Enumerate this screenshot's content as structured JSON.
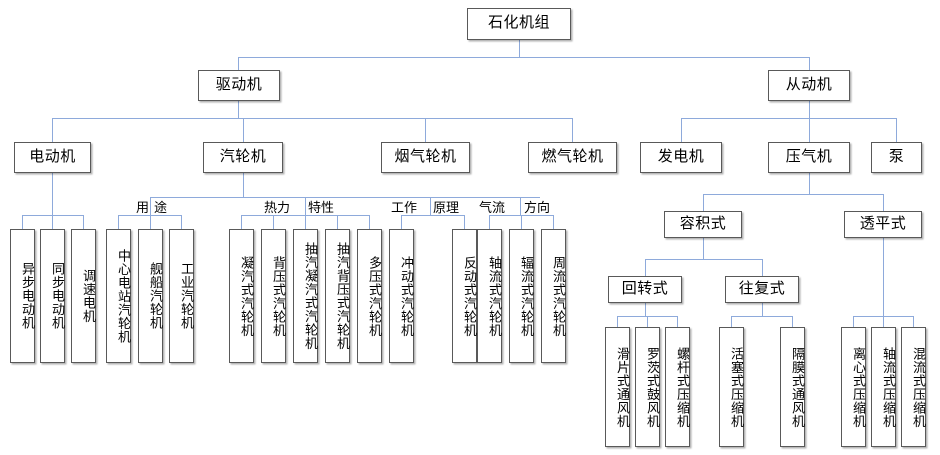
{
  "diagram": {
    "title": "石化机组",
    "type": "organizational-tree",
    "accent_line_color": "#8EAADB",
    "box_border_color": "#595959",
    "background": "#ffffff",
    "root": {
      "label": "石化机组"
    },
    "level2": [
      {
        "label": "驱动机"
      },
      {
        "label": "从动机"
      }
    ],
    "level3_drive": [
      {
        "label": "电动机"
      },
      {
        "label": "汽轮机"
      },
      {
        "label": "烟气轮机"
      },
      {
        "label": "燃气轮机"
      }
    ],
    "level3_driven": [
      {
        "label": "发电机"
      },
      {
        "label": "压气机"
      },
      {
        "label": "泵"
      }
    ],
    "category_labels": [
      {
        "label": "用",
        "pair": "途"
      },
      {
        "label": "热力",
        "pair": "特性"
      },
      {
        "label": "工作",
        "pair": "原理"
      },
      {
        "label": "气流",
        "pair": "方向"
      }
    ],
    "category_full": [
      "用途",
      "热力特性",
      "工作原理",
      "气流方向"
    ],
    "motor_leaves": [
      {
        "label": "异步电动机"
      },
      {
        "label": "同步电动机"
      },
      {
        "label": "调速电机"
      }
    ],
    "steam_use_leaves": [
      {
        "label": "中心电站汽轮机"
      },
      {
        "label": "舰船汽轮机"
      },
      {
        "label": "工业汽轮机"
      }
    ],
    "steam_thermal_leaves": [
      {
        "label": "凝汽式汽轮机"
      },
      {
        "label": "背压式汽轮机"
      },
      {
        "label": "抽汽凝汽式汽轮机"
      },
      {
        "label": "抽汽背压式汽轮机"
      },
      {
        "label": "多压式汽轮机"
      }
    ],
    "steam_principle_leaves": [
      {
        "label": "冲动式汽轮机"
      },
      {
        "label": "反动式汽轮机"
      }
    ],
    "steam_flow_leaves": [
      {
        "label": "轴流式汽轮机"
      },
      {
        "label": "辐流式汽轮机"
      },
      {
        "label": "周流式汽轮机"
      }
    ],
    "compressor_types": [
      {
        "label": "容积式"
      },
      {
        "label": "透平式"
      }
    ],
    "volumetric_types": [
      {
        "label": "回转式"
      },
      {
        "label": "往复式"
      }
    ],
    "rotary_leaves": [
      {
        "label": "滑片式通风机"
      },
      {
        "label": "罗茨式鼓风机"
      },
      {
        "label": "螺杆式压缩机"
      }
    ],
    "reciprocating_leaves": [
      {
        "label": "活塞式压缩机"
      },
      {
        "label": "隔膜式通风机"
      }
    ],
    "turbo_leaves": [
      {
        "label": "离心式压缩机"
      },
      {
        "label": "轴流式压缩机"
      },
      {
        "label": "混流式压缩机"
      }
    ]
  }
}
